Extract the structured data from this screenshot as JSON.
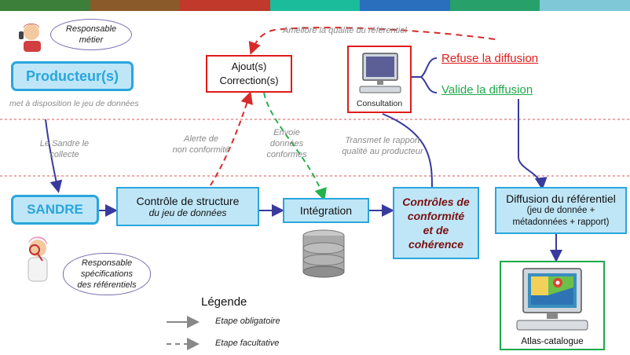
{
  "colors": {
    "top_bar": [
      "#3c7f3a",
      "#8a5a2b",
      "#c0392b",
      "#1abc9c",
      "#2a6fbe",
      "#27a06a",
      "#7ec8d8"
    ],
    "blue_fill": "#bfe6f7",
    "blue_border": "#2aa5dd",
    "sandre_text": "#2aa5dd",
    "red": "#e01b1b",
    "green": "#1fa84a",
    "navy": "#3a3a9e",
    "dashed_red": "#d62b2b",
    "dashed_green": "#22b14c",
    "dark_red_text": "#7a1010"
  },
  "bubbles": {
    "business": "Responsable\nmétier",
    "specs": "Responsable\nspécifications\ndes référentiels"
  },
  "nodes": {
    "producteur": "Producteur(s)",
    "sandre": "SANDRE",
    "ajout": "Ajout(s)\nCorrection(s)",
    "consultation": "Consultation",
    "refuse": "Refuse la diffusion",
    "valide": "Valide la diffusion",
    "controle_title": "Contrôle de structure",
    "controle_sub": "du jeu de données",
    "integration": "Intégration",
    "conformite": "Contrôles de\nconformité\net de\ncohérence",
    "diffusion_title": "Diffusion du référentiel",
    "diffusion_sub": "(jeu de donnée +\nmétadonnées + rapport)",
    "atlas": "Atlas-catalogue"
  },
  "annotations": {
    "ameliore": "Améliore la qualité du référentiel",
    "met_a_dispo": "met à disposition le jeu de données",
    "collecte": "Le Sandre le\ncollecte",
    "alerte": "Alerte de\nnon conformité",
    "envoie": "Envoie\ndonnées\nconformes",
    "transmet": "Transmet le rapport\nqualité au producteur"
  },
  "legend": {
    "title": "Légende",
    "mandatory": "Etape obligatoire",
    "optional": "Etape facultative"
  }
}
